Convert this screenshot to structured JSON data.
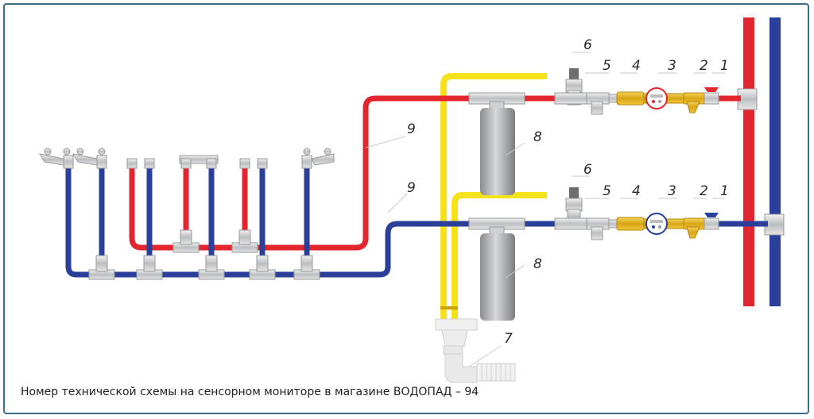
{
  "caption": "Номер технической схемы на сенсорном мониторе в магазине ВОДОПАД – 94",
  "labels": {
    "top": [
      "1",
      "2",
      "3",
      "4",
      "5",
      "6"
    ],
    "bottom": [
      "1",
      "2",
      "3",
      "4",
      "5",
      "6"
    ],
    "filter_top": "8",
    "filter_bottom": "8",
    "pipe_top": "9",
    "pipe_bottom": "9",
    "drain": "7"
  },
  "colors": {
    "hot": "#e3262e",
    "cold": "#2a3f9a",
    "drain": "#f5e21b",
    "frame": "#3b6e86",
    "brass": "#e0b21a",
    "chrome": "#c9cbce"
  }
}
